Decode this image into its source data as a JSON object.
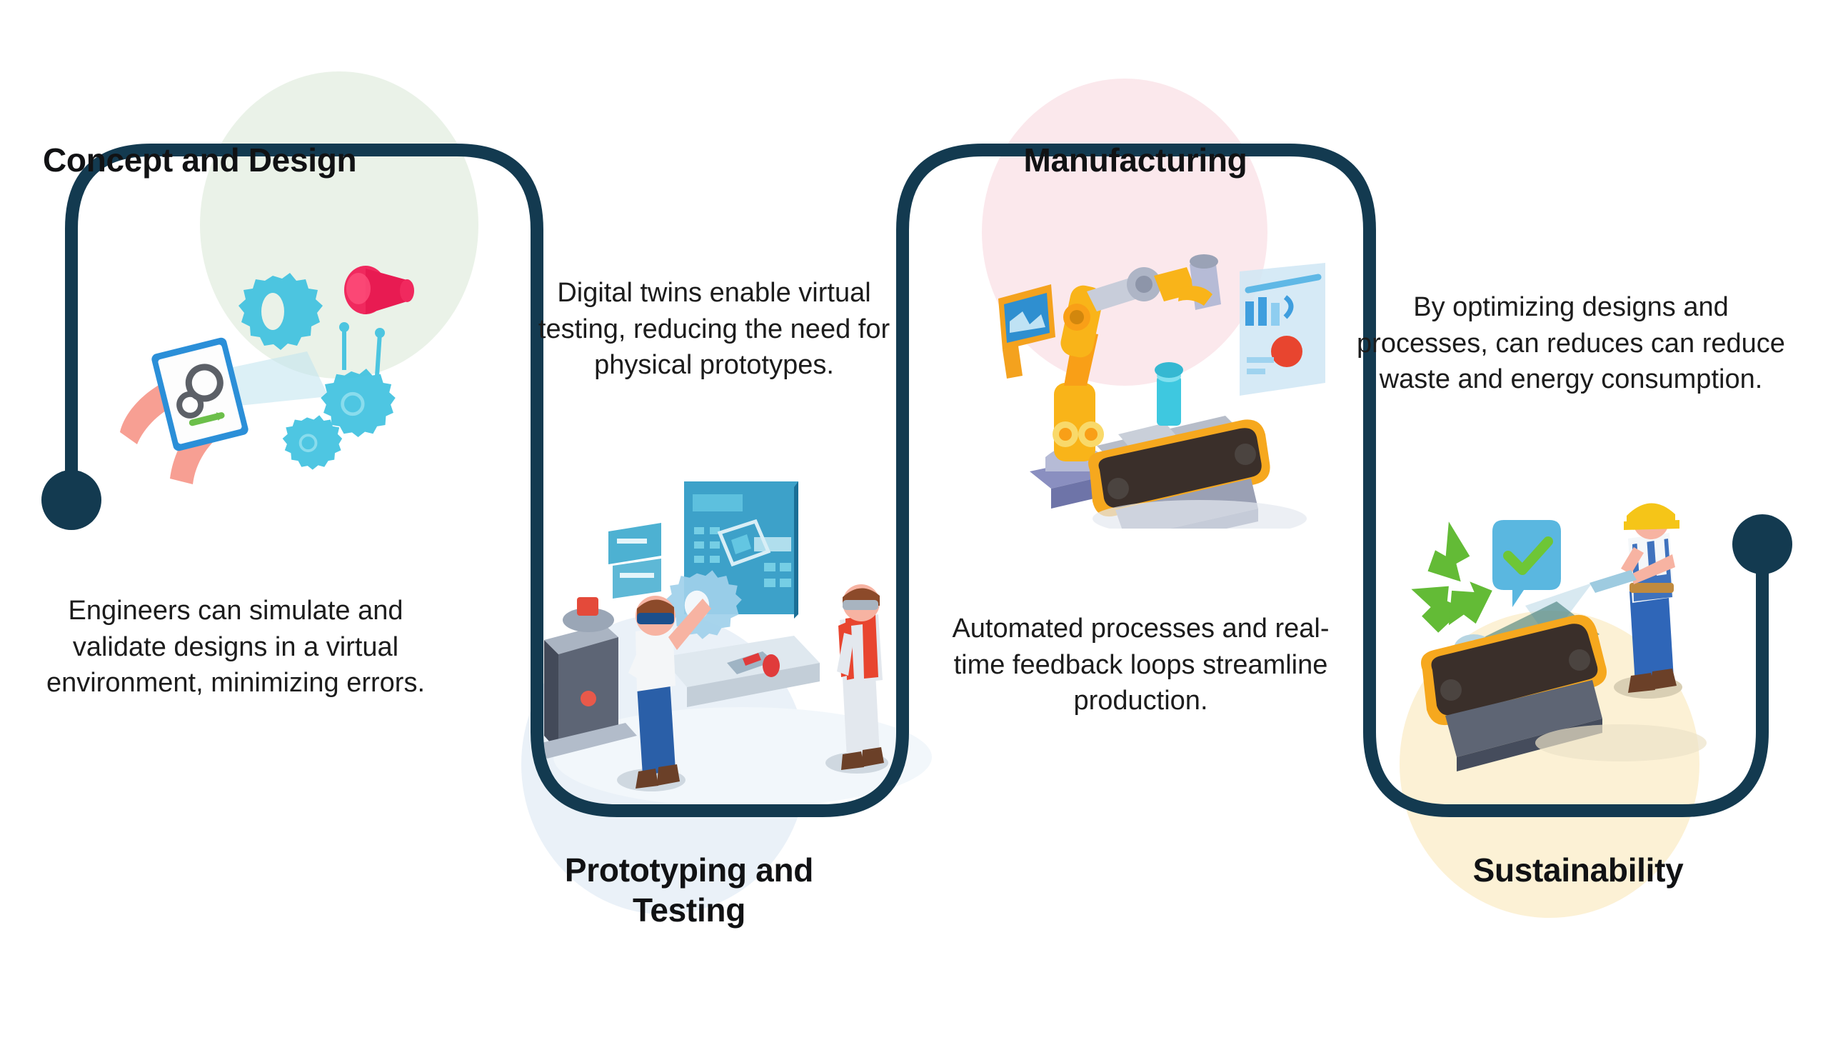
{
  "diagram": {
    "title_visible": false,
    "accent_navy": "#133A50",
    "stages": [
      {
        "id": "concept",
        "heading": "Concept and Design",
        "description": "Engineers can simulate and validate designs in a virtual environment, minimizing errors.",
        "blob_color": "#eaf2e8",
        "illustration": "hands-holding-tablet-with-cad-gears",
        "heading_position": "top",
        "description_position": "bottom"
      },
      {
        "id": "prototyping",
        "heading": "Prototyping and Testing",
        "description": "Digital twins enable virtual testing, reducing the need for physical prototypes.",
        "blob_color": "#eaf1f8",
        "illustration": "vr-engineers-with-holographic-screens",
        "heading_position": "bottom",
        "description_position": "top"
      },
      {
        "id": "manufacturing",
        "heading": "Manufacturing",
        "description": "Automated processes and real-time feedback loops streamline production.",
        "blob_color": "#fbe8ec",
        "illustration": "robot-arm-and-conveyor-belt",
        "heading_position": "top",
        "description_position": "bottom"
      },
      {
        "id": "sustainability",
        "heading": "Sustainability",
        "description": "By optimizing designs and processes, can reduces can reduce waste and energy consumption.",
        "blob_color": "#fcf1d5",
        "illustration": "recycling-conveyor-with-worker",
        "heading_position": "bottom",
        "description_position": "top"
      }
    ],
    "connector": {
      "style": "serpentine-rounded-path",
      "start_cap": "filled-circle",
      "end_cap": "filled-circle",
      "stroke_color": "#133A50",
      "stroke_width": 18
    },
    "icons": {
      "recycle": "recycle-icon",
      "check_badge": "check-badge-icon",
      "gear": "gear-icon",
      "robot_arm": "robot-arm-icon",
      "conveyor": "conveyor-belt-icon",
      "tablet": "tablet-icon",
      "hard_hat_worker": "worker-icon",
      "vr_headset": "vr-headset-icon"
    }
  }
}
